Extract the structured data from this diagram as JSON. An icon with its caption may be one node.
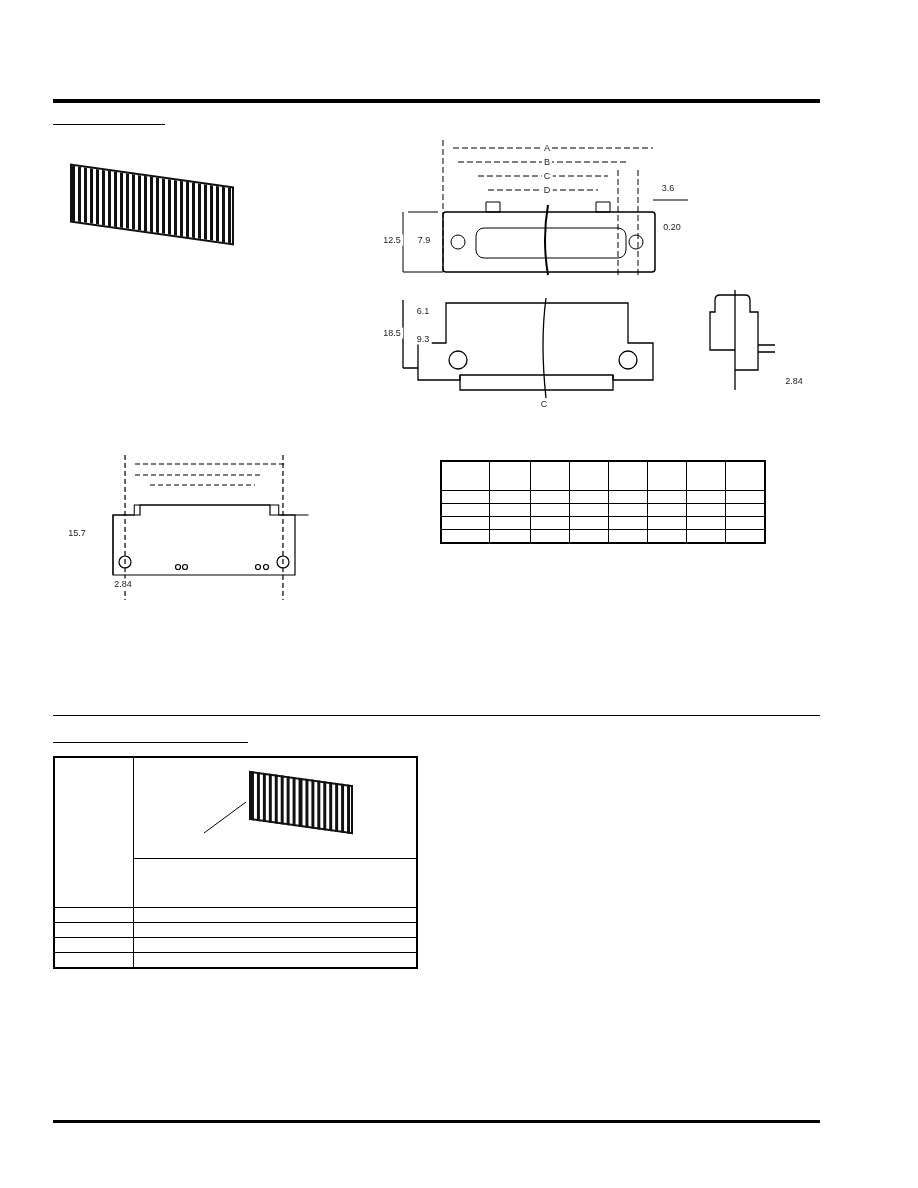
{
  "diagram": {
    "labels": [
      "A",
      "B",
      "C",
      "D",
      "3.6",
      "12.5",
      "7.9",
      "0.20",
      "18.5",
      "6.1",
      "9.3",
      "C",
      "2.84",
      "15.7",
      "2.84"
    ]
  }
}
